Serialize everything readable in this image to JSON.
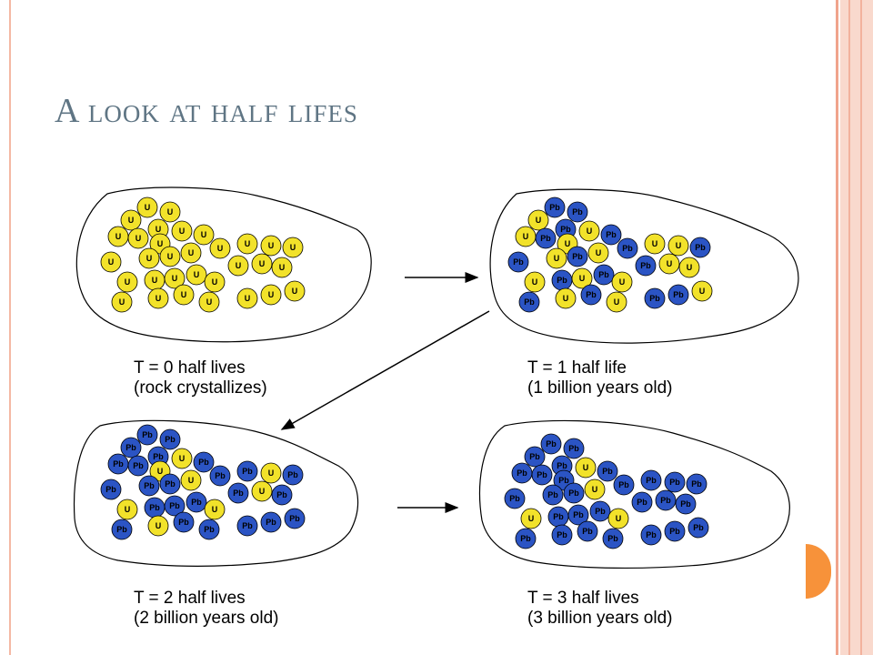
{
  "slide": {
    "title": "A look at half lifes"
  },
  "colors": {
    "uranium": "#f2e22a",
    "lead": "#2b54c4",
    "outline": "#000000",
    "accent_tab": "#f7923a"
  },
  "panels": [
    {
      "caption_line1": "T = 0 half lives",
      "caption_line2": "(rock crystallizes)",
      "atom_counts": {
        "U": 32,
        "Pb": 0
      }
    },
    {
      "caption_line1": "T = 1 half life",
      "caption_line2": "(1 billion years old)",
      "atom_counts": {
        "U": 16,
        "Pb": 16
      }
    },
    {
      "caption_line1": "T = 2 half lives",
      "caption_line2": "(2 billion years old)",
      "atom_counts": {
        "U": 8,
        "Pb": 24
      }
    },
    {
      "caption_line1": "T = 3 half lives",
      "caption_line2": "(3 billion years old)",
      "atom_counts": {
        "U": 4,
        "Pb": 28
      }
    }
  ],
  "labels": {
    "uranium": "U",
    "lead": "Pb"
  }
}
